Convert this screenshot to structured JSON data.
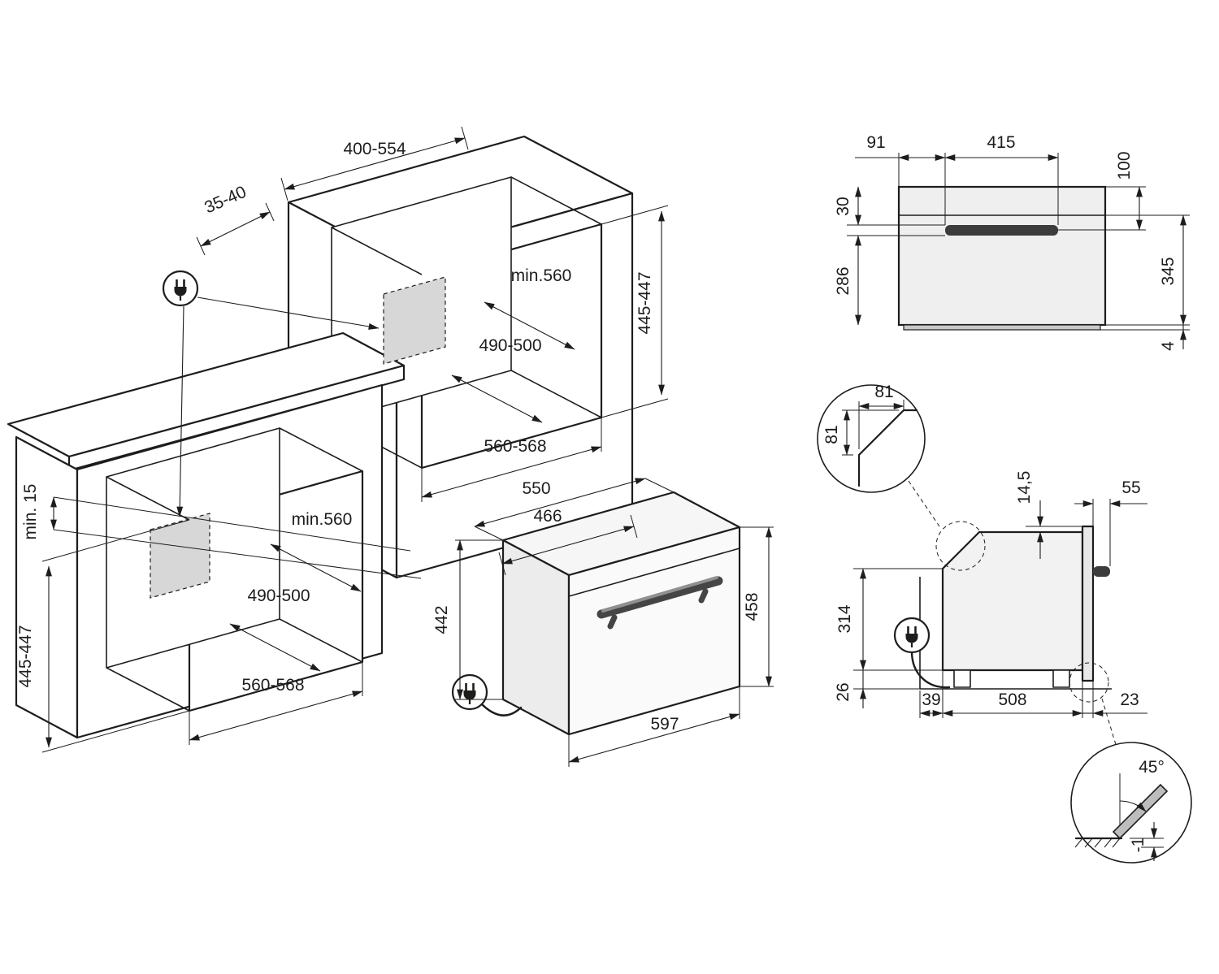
{
  "diagram": {
    "kind": "built-in oven installation drawing",
    "views": [
      "isometric cabinet niches",
      "oven isometric",
      "front elevation",
      "side section",
      "chamfer detail",
      "door opening detail"
    ]
  },
  "colors": {
    "line": "#1d1d1b",
    "panel_gray": "#d7d7d7",
    "handle_dark": "#3c3c3c",
    "body_light": "#efefef"
  },
  "iso": {
    "top_width": "400-554",
    "rear_gap": "35-40",
    "worktop_clearance": "min. 15",
    "upper": {
      "depth_min": "min.560",
      "depth_floor": "490-500",
      "niche_height": "445-447",
      "niche_width": "560-568"
    },
    "lower": {
      "depth_min": "min.560",
      "depth_floor": "490-500",
      "niche_height": "445-447",
      "niche_width": "560-568"
    }
  },
  "oven": {
    "depth": "550",
    "body_depth": "466",
    "height_rear": "442",
    "height_front": "458",
    "width": "597"
  },
  "front": {
    "left_offset": "91",
    "handle_width": "415",
    "handle_offset": "100",
    "top_section": "30",
    "lower_section": "286",
    "height": "345",
    "base_height": "4"
  },
  "side": {
    "chamfer_width": "81",
    "chamfer_height": "81",
    "top_clearance": "14,5",
    "handle_projection": "55",
    "rear_height": "314",
    "floor_clearance": "26",
    "rear_gap": "39",
    "depth": "508",
    "front_projection": "23",
    "door_angle": "45°",
    "door_clearance": "-1"
  }
}
